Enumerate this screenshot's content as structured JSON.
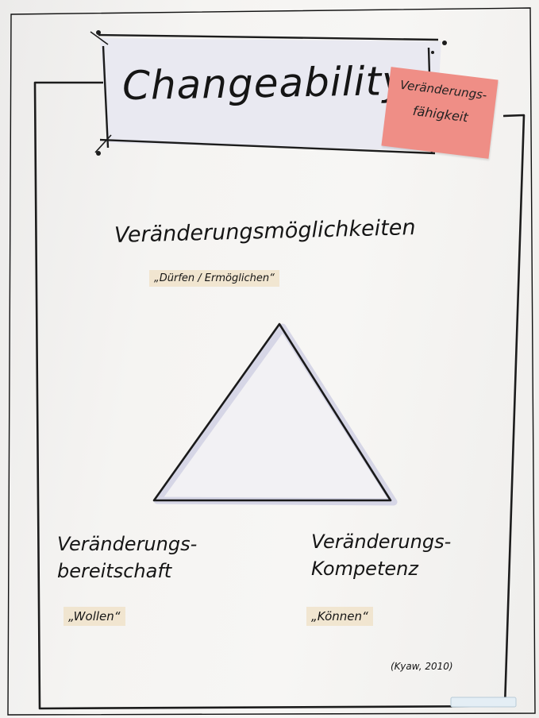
{
  "poster": {
    "title": "Changeability",
    "sticky_note": {
      "line1": "Veränderungs-",
      "line2": "fähigkeit"
    },
    "heading": "Veränderungsmöglichkeiten",
    "heading_quote": "„Dürfen / Ermöglichen“",
    "left_label": {
      "line1": "Veränderungs-",
      "line2": "bereitschaft",
      "quote": "„Wollen“"
    },
    "right_label": {
      "line1": "Veränderungs-",
      "line2": "Kompetenz",
      "quote": "„Können“"
    },
    "source": "(Kyaw, 2010)"
  }
}
